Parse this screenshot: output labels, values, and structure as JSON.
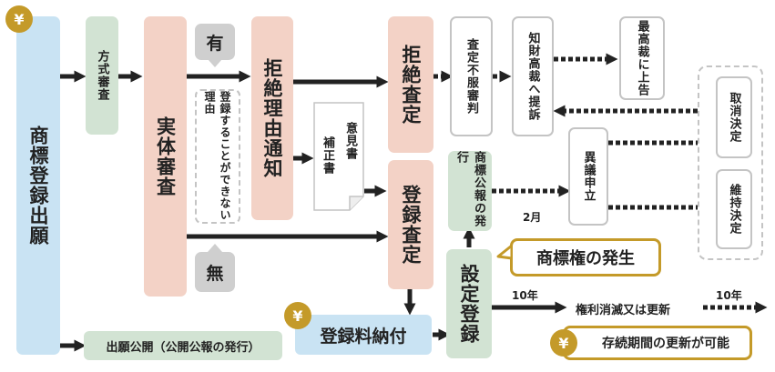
{
  "yen_symbol": "¥",
  "boxes": {
    "application": "商標登録出願",
    "formality": "方式審査",
    "substantive": "実体審査",
    "has_reason": "有",
    "no_reason": "無",
    "reason_note": "登録することができない理由",
    "rejection_notice": "拒絶理由通知",
    "response": "意見書",
    "amendment": "補正書",
    "rejection_decision": "拒絶査定",
    "appeal": "査定不服審判",
    "ip_court": "知財高裁へ提訴",
    "supreme_court": "最高裁に上告",
    "registration_decision": "登録査定",
    "gazette": "商標公報の発行",
    "opposition": "異議申立",
    "revocation": "取消決定",
    "maintenance": "維持決定",
    "registration": "設定登録",
    "fee": "登録料納付",
    "publication": "出願公開（公開公報の発行）"
  },
  "callouts": {
    "right_arises": "商標権の発生",
    "renewal_possible": "存続期間の更新が可能"
  },
  "labels": {
    "two_months": "2月",
    "ten_years_1": "10年",
    "ten_years_2": "10年",
    "expire_or_renew": "権利消滅又は更新"
  }
}
